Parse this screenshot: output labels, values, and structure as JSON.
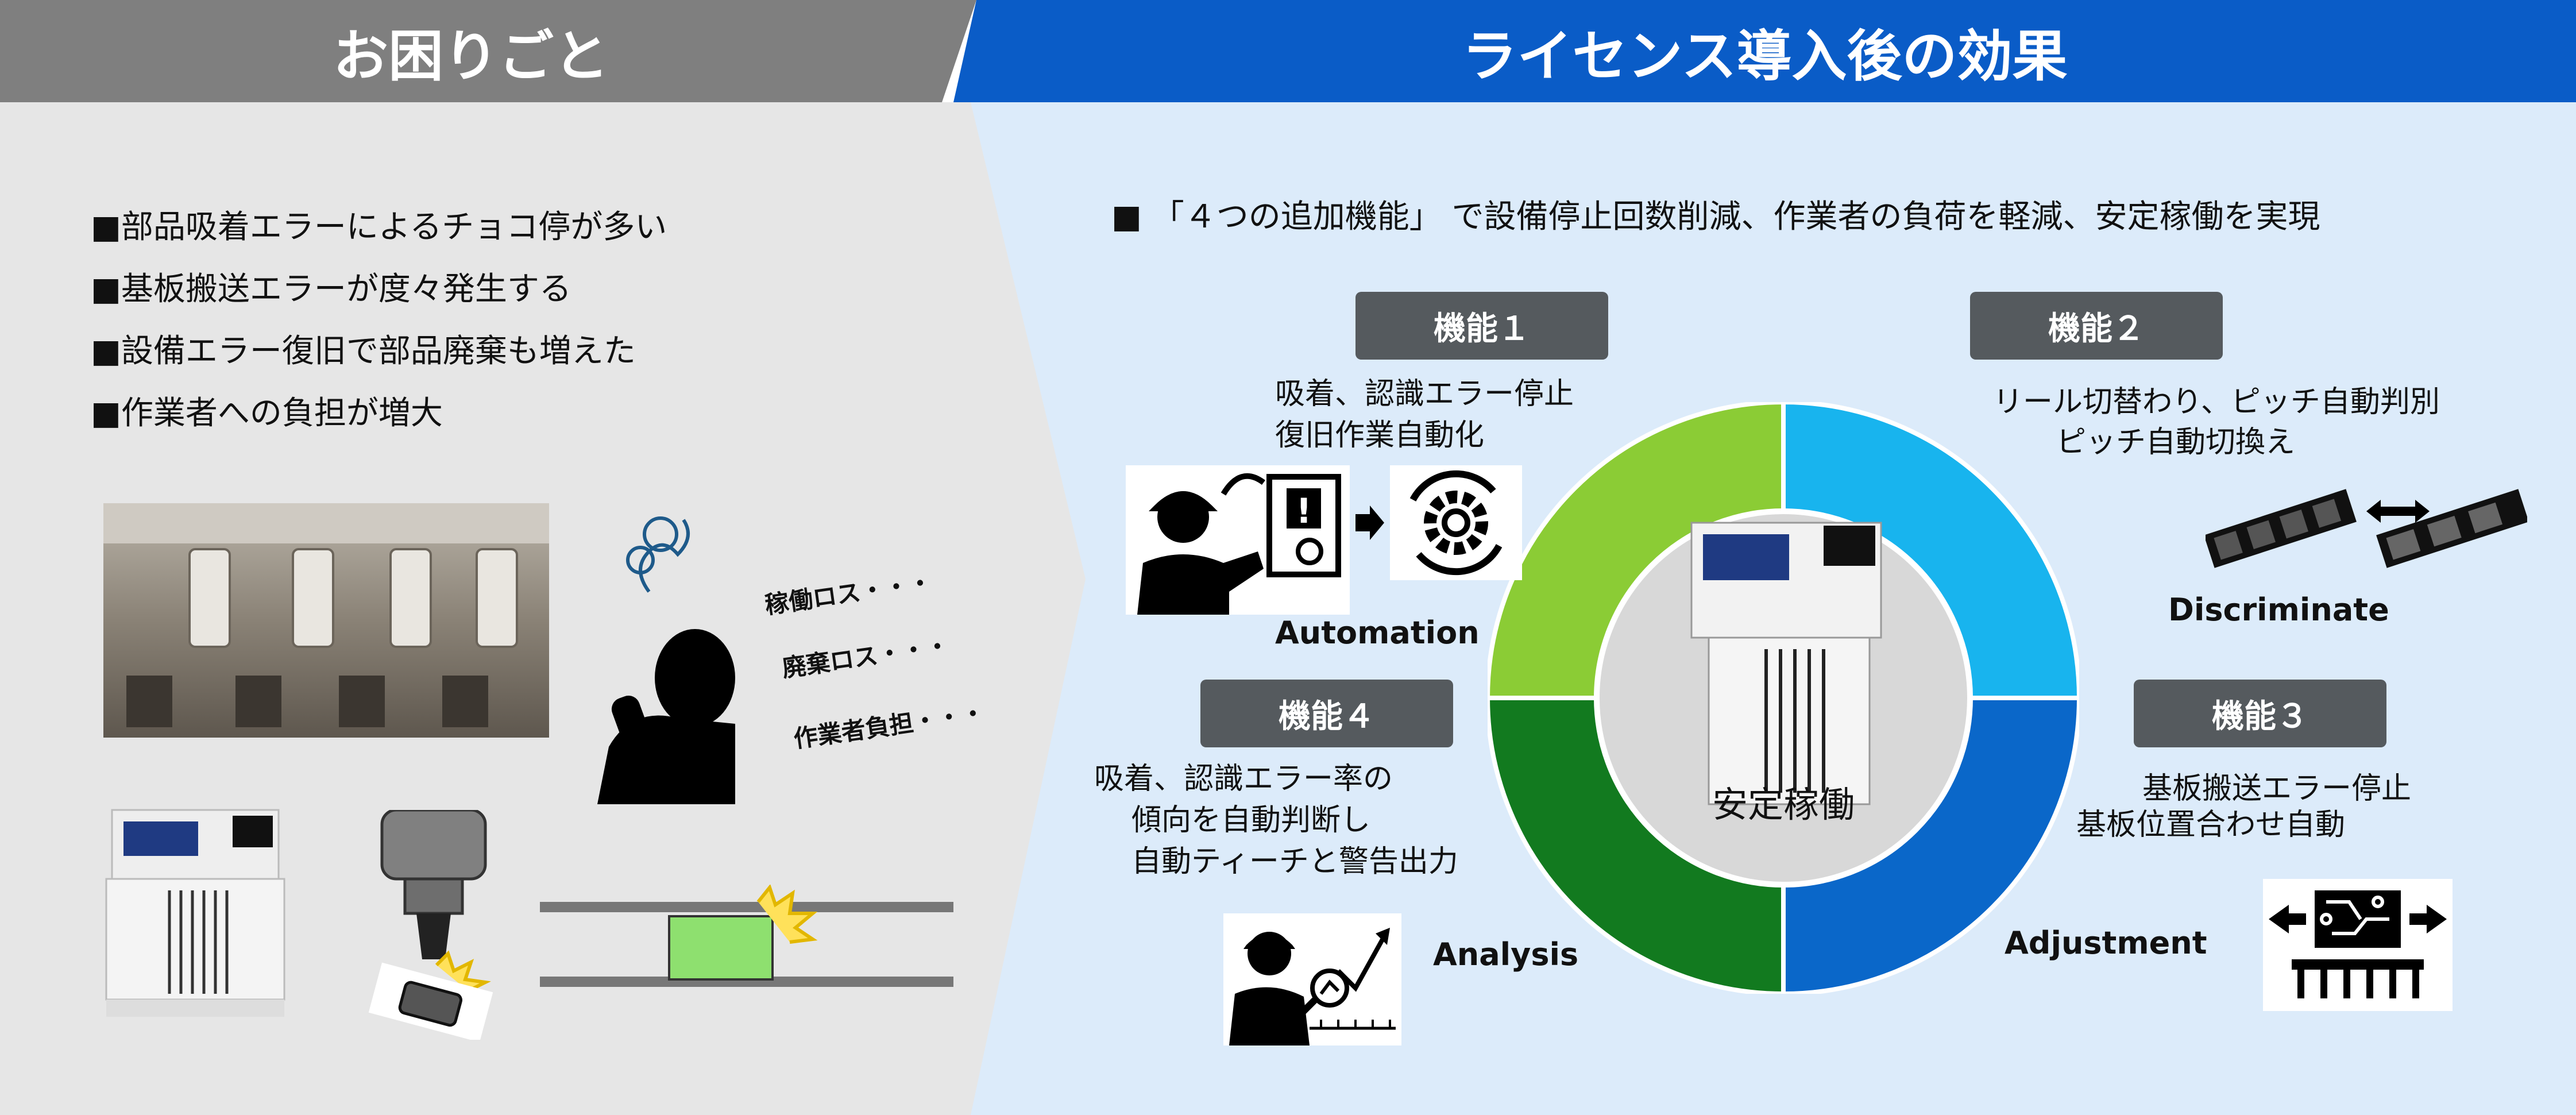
{
  "header": {
    "left_title": "お困りごと",
    "right_title": "ライセンス導入後の効果"
  },
  "problems": [
    "■部品吸着エラーによるチョコ停が多い",
    "■基板搬送エラーが度々発生する",
    "■設備エラー復旧で部品廃棄も増えた",
    "■作業者への負担が増大"
  ],
  "losses": [
    "稼働ロス・・・",
    "廃棄ロス・・・",
    "作業者負担・・・"
  ],
  "lead": "■ 「４つの追加機能」 で設備停止回数削減、作業者の負荷を軽減、安定稼働を実現",
  "center_label": "安定稼働",
  "features": [
    {
      "badge": "機能１",
      "desc": [
        "吸着、認識エラー停止",
        "復旧作業自動化"
      ],
      "english": "Automation"
    },
    {
      "badge": "機能２",
      "desc": [
        "リール切替わり、ピッチ自動判別",
        "ピッチ自動切換え"
      ],
      "english": "Discriminate"
    },
    {
      "badge": "機能３",
      "desc": [
        "基板搬送エラー停止",
        "基板位置合わせ自動"
      ],
      "english": "Adjustment"
    },
    {
      "badge": "機能４",
      "desc": [
        "吸着、認識エラー率の",
        "傾向を自動判断し",
        "自動ティーチと警告出力"
      ],
      "english": "Analysis"
    }
  ],
  "colors": {
    "ring_q1": "#8bcc35",
    "ring_q2": "#18b4ee",
    "ring_q3": "#0a67c9",
    "ring_q4": "#127a1f",
    "header_right": "#0a5cc7",
    "header_left": "#7f7f7f"
  },
  "icons": [
    "worker-button-icon",
    "gear-cycle-icon",
    "tape-reel-icon",
    "swap-arrows-icon",
    "worker-chart-icon",
    "conveyor-board-icon",
    "worried-person-icon",
    "nozzle-icon"
  ]
}
